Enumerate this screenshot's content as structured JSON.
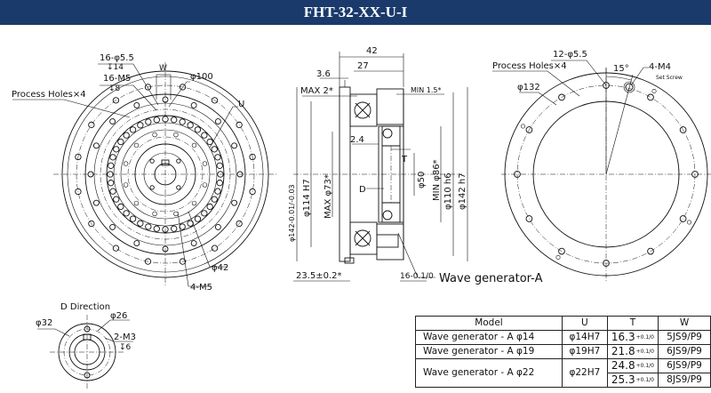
{
  "title": "FHT-32-XX-U-I",
  "front_view": {
    "holes_16": "16-φ5.5",
    "depth_14": "↧14",
    "tapped_16": "16-M5",
    "depth_8": "↧8",
    "width_w": "W",
    "dia_100": "φ100",
    "process_holes": "Process Holes×4",
    "u_label": "U",
    "dia_42": "φ42",
    "tapped_4": "4-M5"
  },
  "side_view": {
    "dim_42": "42",
    "dim_27": "27",
    "dim_36": "3.6",
    "max_2": "MAX 2*",
    "min_15": "MIN 1.5*",
    "dim_24": "2.4",
    "dia_142_tol": "φ142-0.01/-0.03",
    "dia_114": "φ114 H7",
    "max_73": "MAX φ73*",
    "t_label": "T",
    "d_label": "D",
    "dia_50": "φ50",
    "min_86": "MIN φ86*",
    "dia_110": "φ110 h6",
    "dia_142_h7": "φ142 h7",
    "dim_235": "23.5±0.2*",
    "dim_16": "16-0.1/0",
    "wave_generator": "Wave generator-A"
  },
  "back_view": {
    "holes_12": "12-φ5.5",
    "angle_15": "15°",
    "process_holes": "Process Holes×4",
    "set_screw_m4": "4-M4",
    "set_screw_text": "Set Screw",
    "dia_132": "φ132"
  },
  "d_direction": {
    "heading": "D Direction",
    "dia_32": "φ32",
    "dia_26": "φ26",
    "tapped_2": "2-M3",
    "depth_6": "↧6"
  },
  "table": {
    "headers": [
      "Model",
      "U",
      "T",
      "W"
    ],
    "rows": [
      {
        "model": "Wave generator - A φ14",
        "u": "φ14H7",
        "t": [
          "16.3"
        ],
        "w": [
          "5JS9/P9"
        ]
      },
      {
        "model": "Wave generator - A φ19",
        "u": "φ19H7",
        "t": [
          "21.8"
        ],
        "w": [
          "6JS9/P9"
        ]
      },
      {
        "model": "Wave generator - A φ22",
        "u": "φ22H7",
        "t": [
          "24.8",
          "25.3"
        ],
        "w": [
          "6JS9/P9",
          "8JS9/P9"
        ]
      }
    ],
    "t_tolerance": "+0.1/0"
  },
  "colors": {
    "title_bar": "#1a3a6b",
    "title_text": "#ffffff",
    "line": "#111111"
  }
}
